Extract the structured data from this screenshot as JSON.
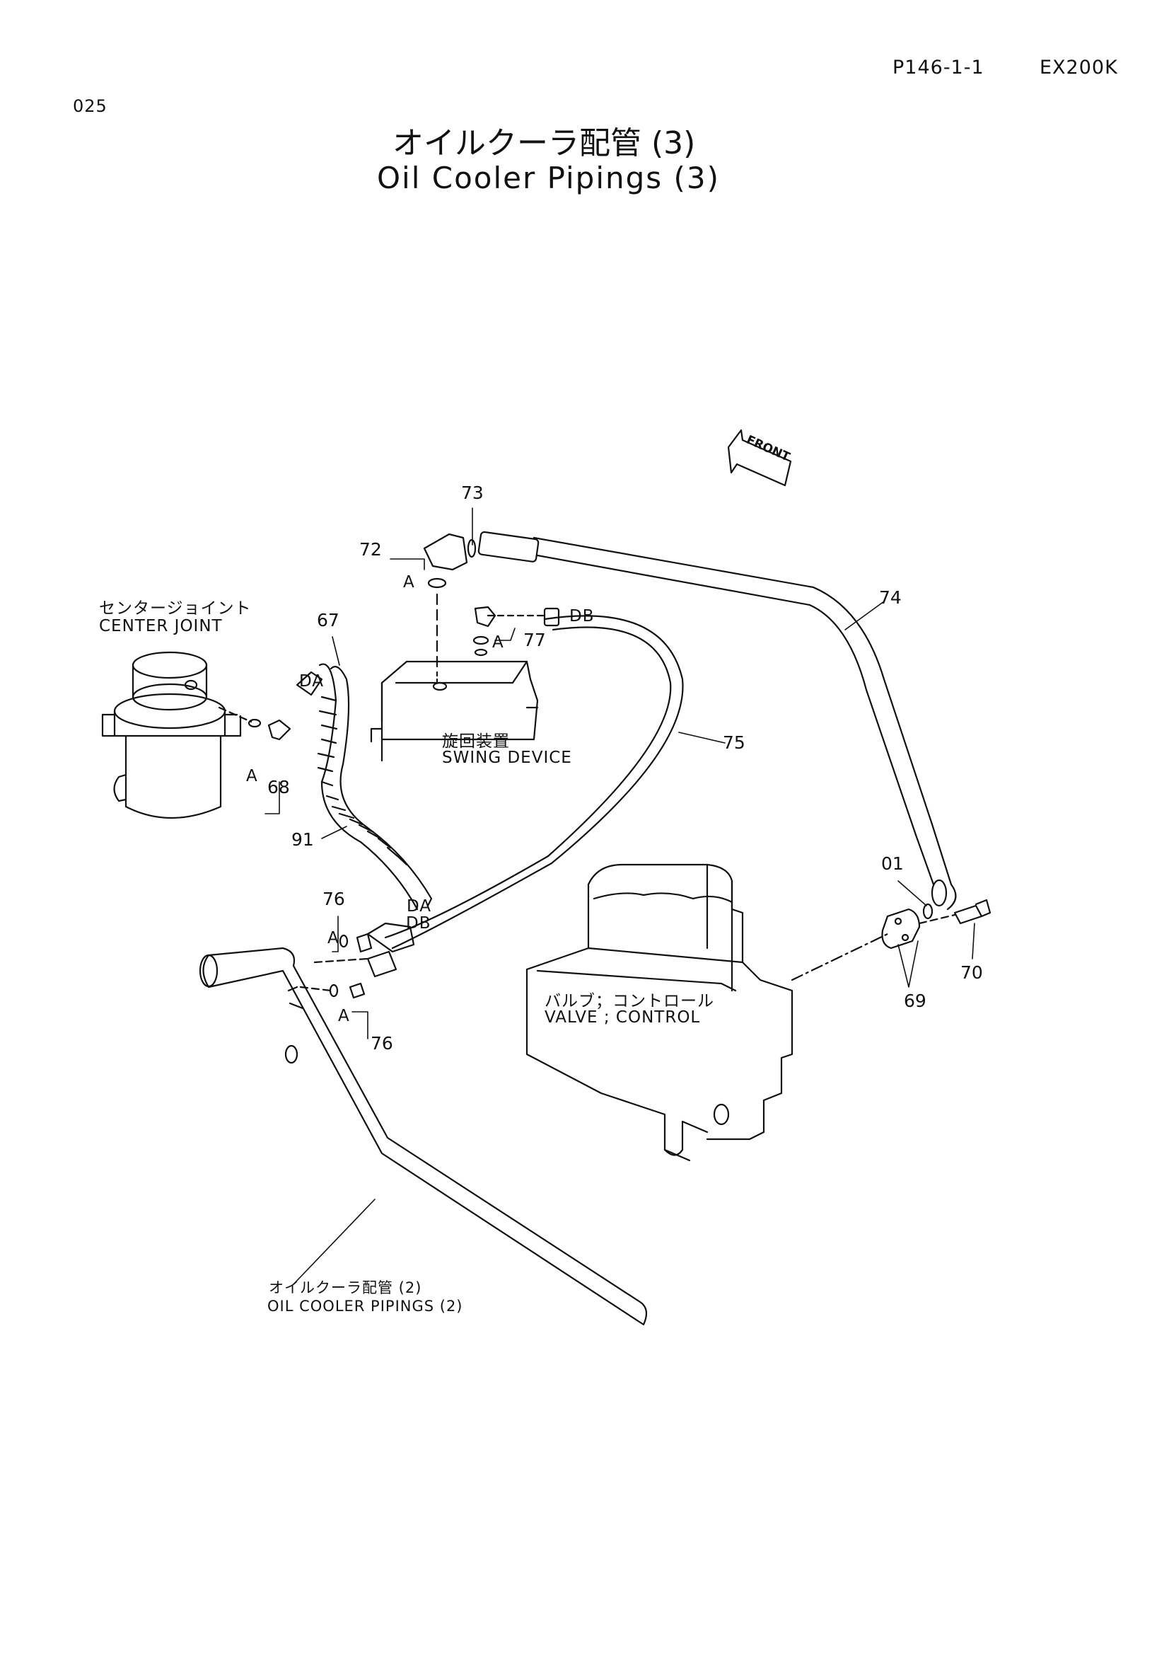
{
  "header": {
    "page_code": "P146-1-1",
    "model": "EX200K",
    "sheet_no": "025"
  },
  "title": {
    "japanese": "オイルクーラ配管 (3)",
    "english": "Oil Cooler Pipings (3)"
  },
  "callouts": {
    "front": "FRONT",
    "center_joint_jp": "センタージョイント",
    "center_joint_en": "CENTER JOINT",
    "swing_device_jp": "旋回装置",
    "swing_device_en": "SWING DEVICE",
    "valve_control_jp": "バルブ；コントロール",
    "valve_control_en": "VALVE ; CONTROL",
    "oil_cooler_pipings2_jp": "オイルクーラ配管 (2)",
    "oil_cooler_pipings2_en": "OIL COOLER PIPINGS (2)"
  },
  "part_numbers": {
    "p73": "73",
    "p72": "72",
    "p74": "74",
    "p67": "67",
    "p77": "77",
    "p68": "68",
    "p75": "75",
    "p91": "91",
    "p76a": "76",
    "p76b": "76",
    "p01": "01",
    "p70": "70",
    "p69": "69"
  },
  "connection_marks": {
    "a1": "A",
    "a2": "A",
    "a3": "A",
    "a4": "A",
    "a5": "A",
    "da1": "DA",
    "da2": "DA",
    "db1": "DB",
    "db2": "DB"
  }
}
